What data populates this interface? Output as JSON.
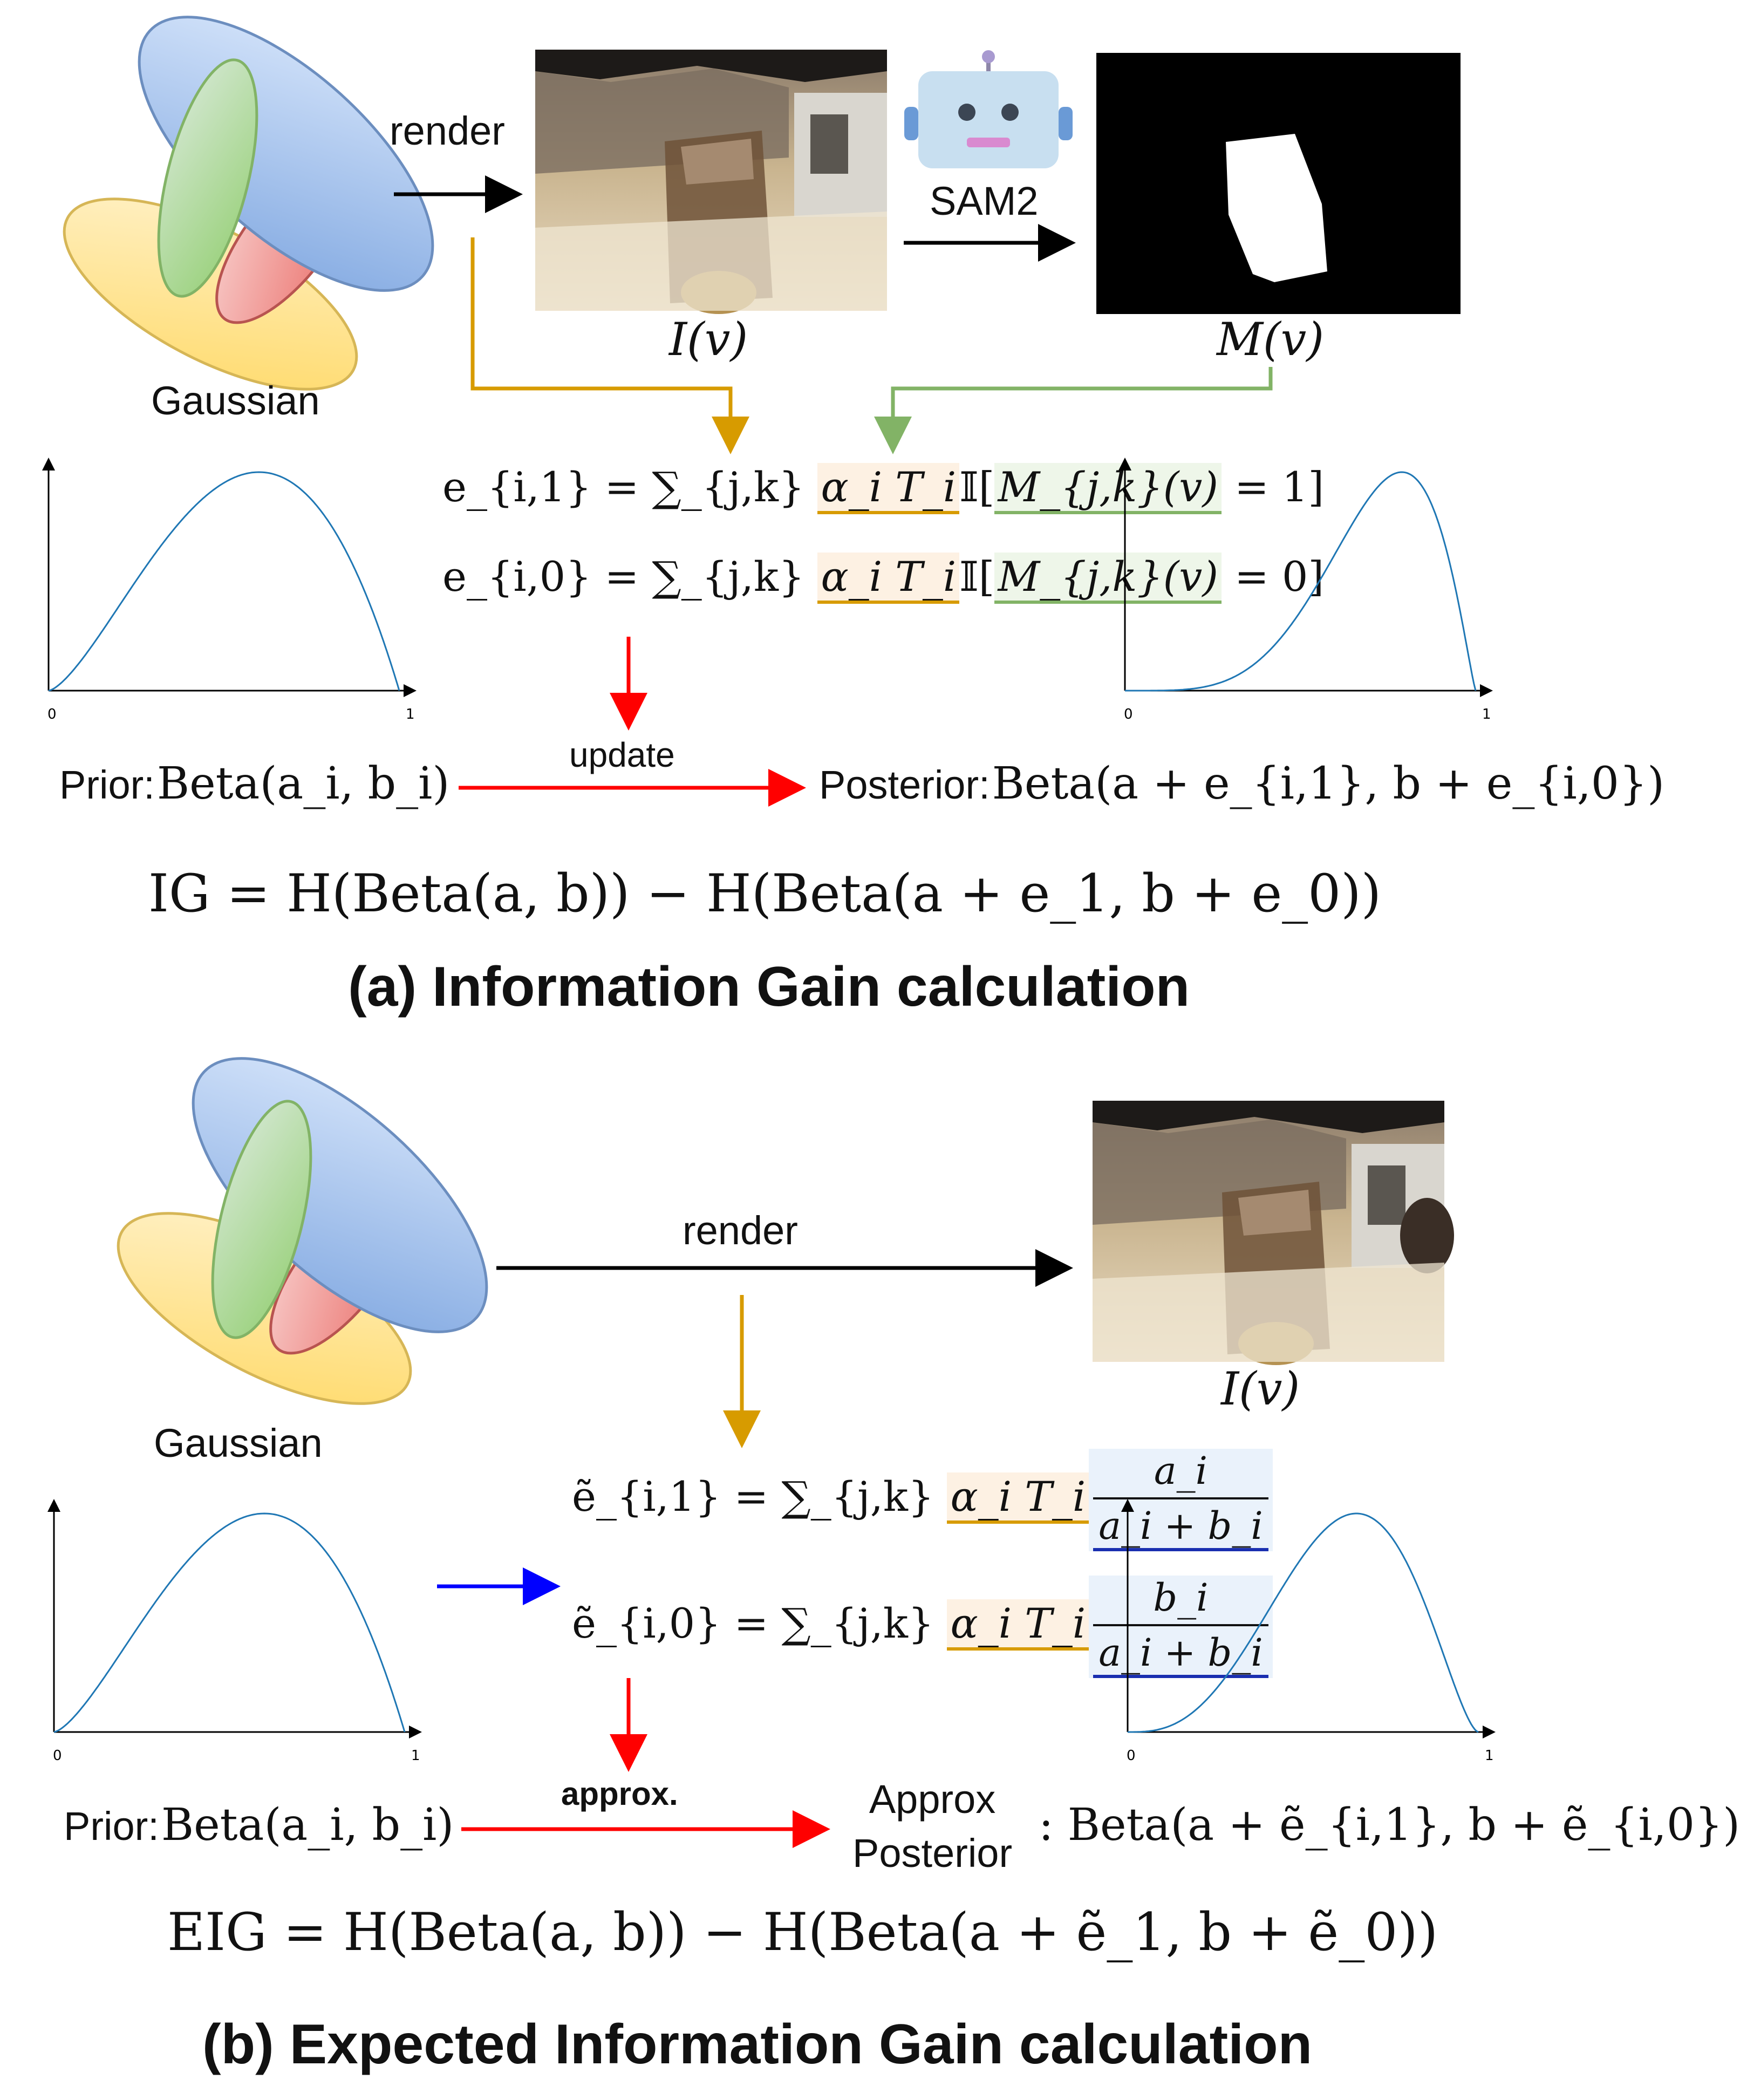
{
  "panel_a": {
    "gaussian_label": "Gaussian",
    "render_label": "render",
    "sam_label": "SAM2",
    "image_label": "I(v)",
    "mask_label": "M(v)",
    "eq1": {
      "lhs": "e_{i,1} =",
      "sum": "∑_{j,k}",
      "weight": "α_i T_i",
      "indicator": "𝕀[",
      "mask_term": "M_{j,k}(v)",
      "rest": "= 1]"
    },
    "eq0": {
      "lhs": "e_{i,0} =",
      "sum": "∑_{j,k}",
      "weight": "α_i T_i",
      "indicator": "𝕀[",
      "mask_term": "M_{j,k}(v)",
      "rest": "= 0]"
    },
    "update_label": "update",
    "prior_text": "Prior:",
    "prior_expr": "Beta(a_i, b_i)",
    "posterior_text": "Posterior:",
    "posterior_expr": "Beta(a + e_{i,1}, b + e_{i,0})",
    "ig_formula": "IG = H(Beta(a, b)) − H(Beta(a + e_1, b + e_0))",
    "caption": "(a) Information Gain calculation",
    "plot_prior": {
      "tick0": "0",
      "tick1": "1",
      "alpha": 2.5,
      "beta": 2.0
    },
    "plot_posterior": {
      "tick0": "0",
      "tick1": "1",
      "alpha": 5.5,
      "beta": 2.2
    }
  },
  "panel_b": {
    "gaussian_label": "Gaussian",
    "render_label": "render",
    "image_label": "I(v)",
    "eq1": {
      "lhs": "ẽ_{i,1} =",
      "sum": "∑_{j,k}",
      "weight": "α_i T_i",
      "num": "a_i",
      "den": "a_i + b_i"
    },
    "eq0": {
      "lhs": "ẽ_{i,0} =",
      "sum": "∑_{j,k}",
      "weight": "α_i T_i",
      "num": "b_i",
      "den": "a_i + b_i"
    },
    "approx_label": "approx.",
    "prior_text": "Prior:",
    "prior_expr": "Beta(a_i, b_i)",
    "approx_posterior_line1": "Approx",
    "approx_posterior_line2": "Posterior",
    "approx_posterior_expr": ": Beta(a + ẽ_{i,1}, b + ẽ_{i,0})",
    "eig_formula": "EIG = H(Beta(a, b)) − H(Beta(a + ẽ_1, b + ẽ_0))",
    "caption": "(b) Expected Information Gain calculation",
    "plot_prior": {
      "tick0": "0",
      "tick1": "1",
      "alpha": 2.5,
      "beta": 2.0
    },
    "plot_posterior": {
      "tick0": "0",
      "tick1": "1",
      "alpha": 4.0,
      "beta": 2.6
    }
  },
  "colors": {
    "blue_ellipse": "#7ea6e0",
    "green_ellipse": "#97d077",
    "red_ellipse": "#ea6b66",
    "yellow_ellipse": "#ffd966",
    "orange_arrow": "#d79b00",
    "green_arrow": "#82b366",
    "red_arrow": "#ff0000",
    "blue_arrow": "#0000ff",
    "curve": "#1f77b4"
  }
}
